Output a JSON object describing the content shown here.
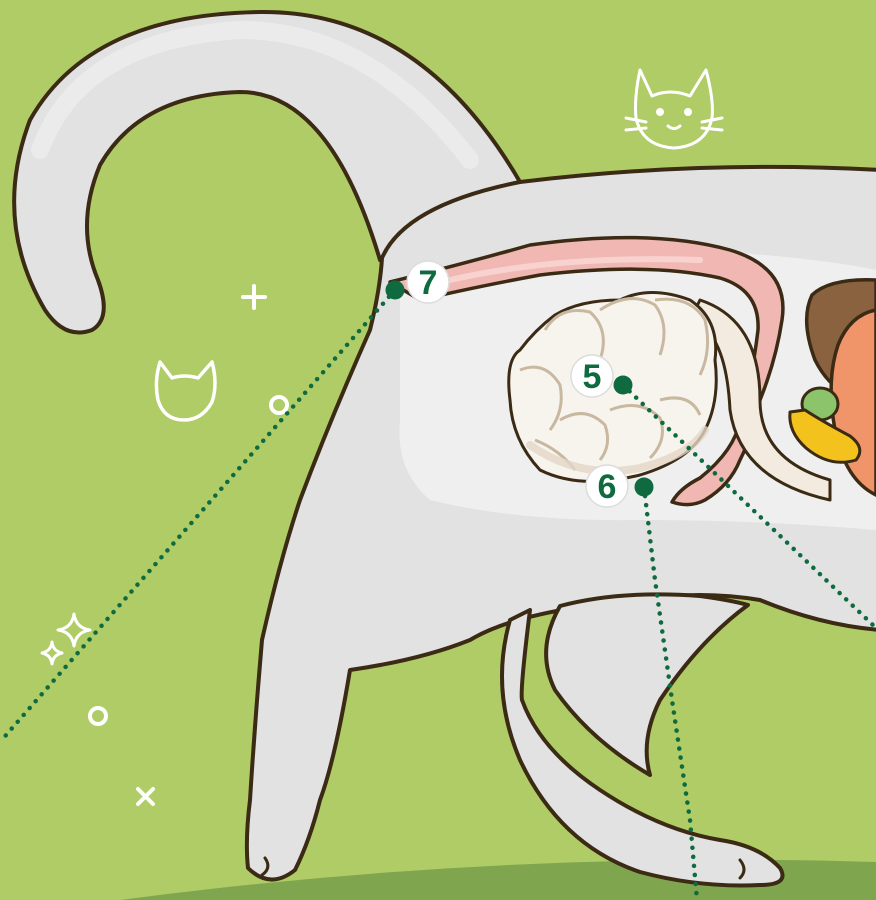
{
  "colors": {
    "background": "#b0cc66",
    "ground": "#7fa64e",
    "body": "#e2e2e2",
    "body_light": "#efefef",
    "body_shadow": "#cfcfcf",
    "outline": "#3b2a14",
    "intestine_pink": "#f0b7b3",
    "intestine_stroke": "#c27a76",
    "small_intestine": "#f7f4ee",
    "small_intestine_shade": "#e3d6c6",
    "liver": "#8b6240",
    "stomach": "#f0946a",
    "gallbladder": "#f4c21d",
    "kidney": "#8cc46b",
    "marker": "#0f6b3f",
    "badge_fill": "#ffffff",
    "decor": "#ffffff"
  },
  "labels": [
    {
      "id": "label-5",
      "text": "5"
    },
    {
      "id": "label-6",
      "text": "6"
    },
    {
      "id": "label-7",
      "text": "7"
    }
  ],
  "icons": [
    "cat-face-icon",
    "cat-head-outline-icon",
    "plus-icon",
    "circle-icon",
    "sparkle-icon",
    "cross-icon"
  ]
}
